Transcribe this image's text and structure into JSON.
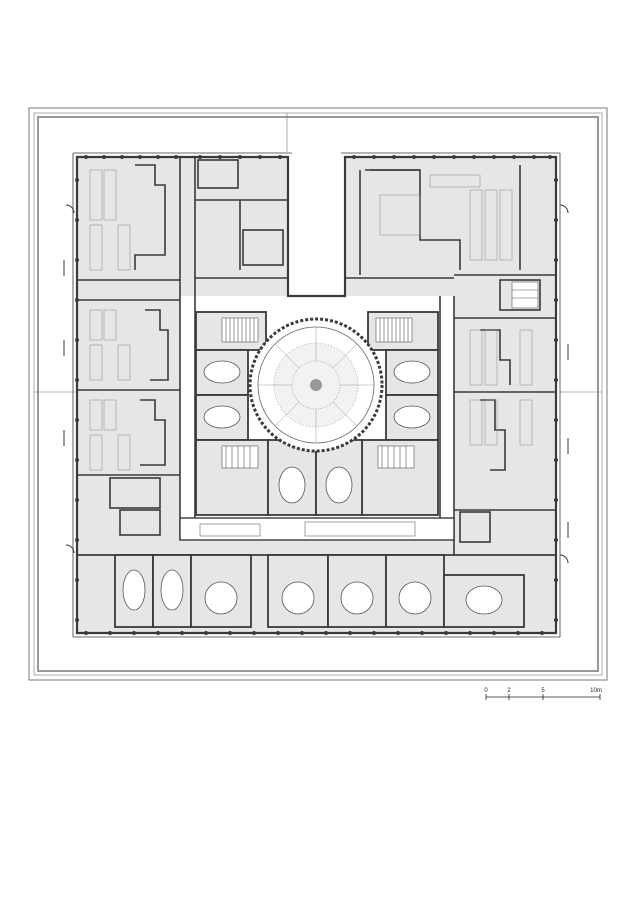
{
  "scale_bar": {
    "ticks": [
      "0",
      "2",
      "5",
      "10m"
    ]
  },
  "colors": {
    "wall": "#3a3a3a",
    "fill": "#e6e6e6",
    "line": "#6a6a6a",
    "paper": "#ffffff"
  }
}
